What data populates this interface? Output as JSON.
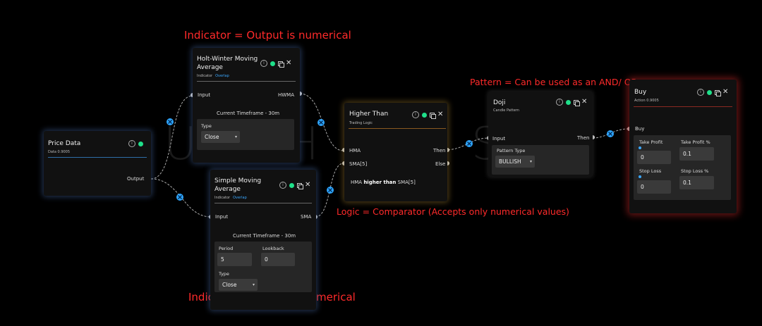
{
  "colors": {
    "background": "#000000",
    "annotation": "#ff2a2a",
    "status_green": "#1fe08a",
    "link_blue": "#3aa8ff",
    "connector": "#aaaaaa"
  },
  "annotations": {
    "indicator_top": "Indicator = Output is numerical",
    "pattern": "Pattern = Can be used as an AND/ OR",
    "logic": "Logic = Comparator (Accepts only numerical values)",
    "indicator_bottom": "Indicator = Output is numerical"
  },
  "nodes": {
    "price_data": {
      "title": "Price Data",
      "category": "Data",
      "score": "0.9005",
      "output_label": "Output"
    },
    "holt_winter": {
      "title": "Holt-Winter Moving Average",
      "category": "Indicator",
      "tag": "Overlap",
      "input_label": "Input",
      "output_label": "HWMA",
      "timeframe": "Current Timeframe - 30m",
      "type_label": "Type",
      "type_value": "Close"
    },
    "sma": {
      "title": "Simple Moving Average",
      "category": "Indicator",
      "tag": "Overlap",
      "input_label": "Input",
      "output_label": "SMA",
      "timeframe": "Current Timeframe - 30m",
      "period_label": "Period",
      "period_value": "5",
      "lookback_label": "Lookback",
      "lookback_value": "0",
      "type_label": "Type",
      "type_value": "Close"
    },
    "higher_than": {
      "title": "Higher Than",
      "category": "Trading Logic",
      "input_a": "HMA",
      "input_b": "SMA[5]",
      "output_then": "Then",
      "output_else": "Else",
      "expr_left": "HMA",
      "expr_op": "higher than",
      "expr_right": "SMA[5]"
    },
    "doji": {
      "title": "Doji",
      "category": "Candle Pattern",
      "input_label": "Input",
      "output_label": "Then",
      "pattern_type_label": "Pattern Type",
      "pattern_type_value": "BULLISH"
    },
    "buy": {
      "title": "Buy",
      "category": "Action",
      "score": "0.9005",
      "input_label": "Buy",
      "take_profit_label": "Take Profit",
      "take_profit_value": "0",
      "take_profit_pct_label": "Take Profit %",
      "take_profit_pct_value": "0.1",
      "stop_loss_label": "Stop Loss",
      "stop_loss_value": "0",
      "stop_loss_pct_label": "Stop Loss %",
      "stop_loss_pct_value": "0.1"
    }
  }
}
